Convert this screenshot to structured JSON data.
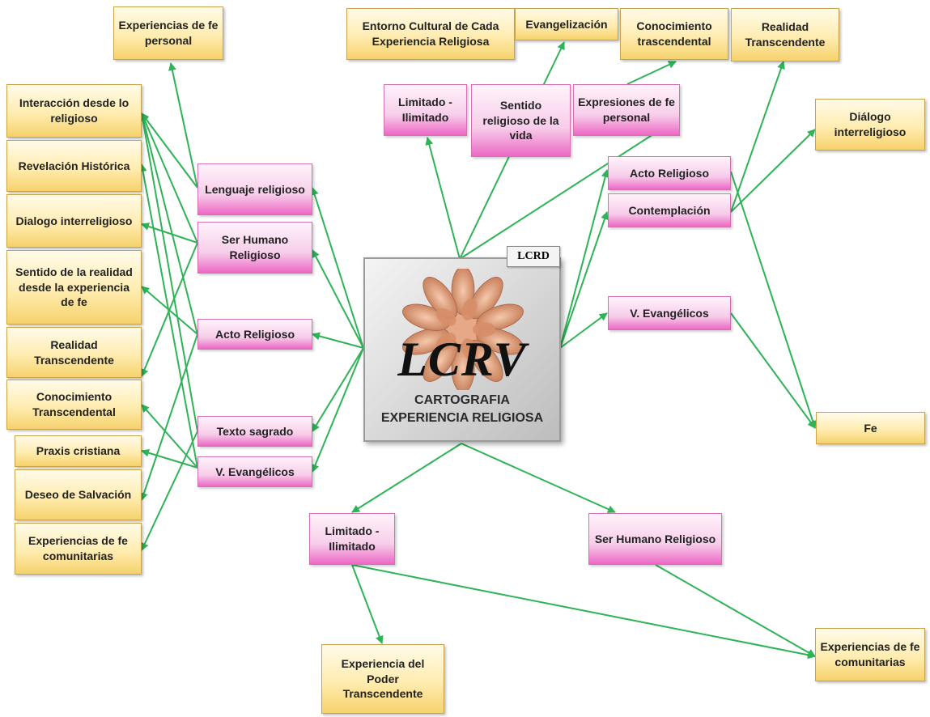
{
  "colors": {
    "arrow": "#2eb356",
    "concept_fill": "#ffecb0",
    "relation_fill": "#f7cdea"
  },
  "center": {
    "logo_text": "LCRV",
    "title_line1": "CARTOGRAFIA",
    "title_line2": "EXPERIENCIA RELIGIOSA",
    "tag": "LCRD",
    "image": "hands-circle-photo"
  },
  "nodes": {
    "exp_fe_personal_top": "Experiencias de fe personal",
    "interaccion": "Interacción desde lo religioso",
    "revelacion": "Revelación Histórica",
    "dialogo_left": "Dialogo interreligioso",
    "sentido_realidad": "Sentido de la realidad desde la experiencia de fe",
    "realidad_left": "Realidad Transcendente",
    "conocimiento_left": "Conocimiento Transcendental",
    "praxis": "Praxis cristiana",
    "deseo": "Deseo de Salvación",
    "exp_comunitarias_left": "Experiencias de fe comunitarias",
    "lenguaje": "Lenguaje religioso",
    "ser_humano_left": "Ser Humano Religioso",
    "acto_left": "Acto Religioso",
    "texto": "Texto sagrado",
    "v_evang_left": "V. Evangélicos",
    "entorno": "Entorno Cultural de Cada Experiencia Religiosa",
    "evangelizacion": "Evangelización",
    "conocimiento_top": "Conocimiento trascendental",
    "realidad_top": "Realidad Transcendente",
    "dialogo_right": "Diálogo interreligioso",
    "limitado_top": "Limitado - Ilimitado",
    "sentido_vida": "Sentido religioso de la vida",
    "expresiones": "Expresiones de fe personal",
    "acto_right": "Acto Religioso",
    "contemplacion": "Contemplación",
    "v_evang_right": "V. Evangélicos",
    "fe": "Fe",
    "limitado_bottom": "Limitado - Ilimitado",
    "ser_humano_bottom": "Ser Humano Religioso",
    "exp_poder": "Experiencia del Poder Transcendente",
    "exp_comunitarias_right": "Experiencias de fe comunitarias"
  }
}
